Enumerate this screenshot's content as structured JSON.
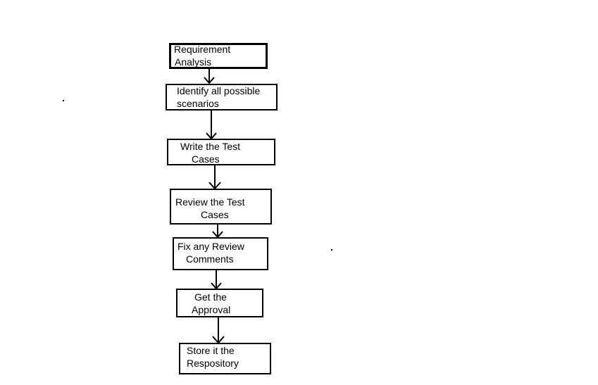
{
  "flowchart": {
    "steps": [
      {
        "line1": "Requirement",
        "line2": "Analysis"
      },
      {
        "line1": "Identify all possible",
        "line2": "scenarios"
      },
      {
        "line1": "Write the Test",
        "line2": "Cases"
      },
      {
        "line1": "Review the Test",
        "line2": "Cases"
      },
      {
        "line1": "Fix any Review",
        "line2": "Comments"
      },
      {
        "line1": "Get the",
        "line2": "Approval"
      },
      {
        "line1": "Store it the",
        "line2": "Respository"
      }
    ]
  }
}
